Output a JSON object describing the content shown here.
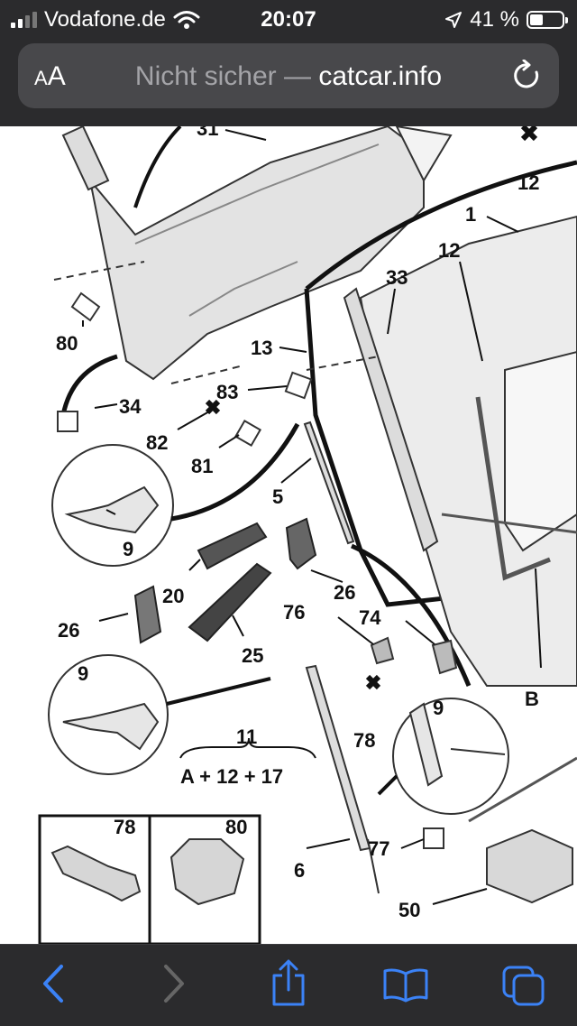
{
  "status_bar": {
    "carrier": "Vodafone.de",
    "time": "20:07",
    "battery_percent": "41 %",
    "battery_level": 0.41
  },
  "address_bar": {
    "aa_label": "AA",
    "security_text": "Nicht sicher —",
    "domain": "catcar.info"
  },
  "diagram": {
    "labels": [
      "31",
      "12",
      "1",
      "12",
      "33",
      "80",
      "13",
      "34",
      "83",
      "82",
      "81",
      "5",
      "9",
      "20",
      "26",
      "26",
      "76",
      "74",
      "25",
      "9",
      "78",
      "11",
      "9",
      "6",
      "77",
      "50",
      "B"
    ],
    "formula": "A + 12 + 17",
    "parts_table": [
      {
        "number": "78"
      },
      {
        "number": "80"
      }
    ]
  },
  "toolbar": {
    "back": "back",
    "forward": "forward",
    "share": "share",
    "bookmarks": "bookmarks",
    "tabs": "tabs"
  },
  "colors": {
    "chrome": "#2b2b2d",
    "url_field": "#48484b",
    "link_blue": "#3b82f6"
  }
}
